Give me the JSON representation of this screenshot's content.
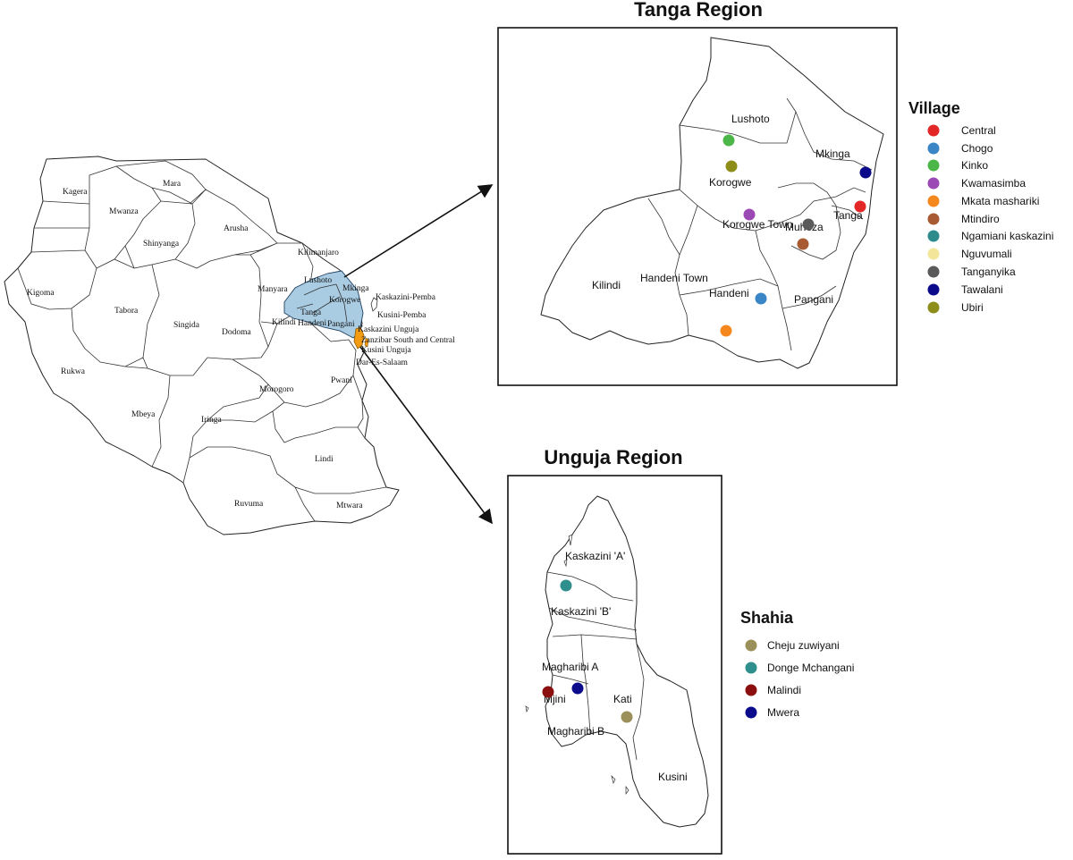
{
  "tanzania": {
    "regions": [
      "Kagera",
      "Mara",
      "Mwanza",
      "Shinyanga",
      "Arusha",
      "Kilimanjaro",
      "Kigoma",
      "Tabora",
      "Singida",
      "Manyara",
      "Dodoma",
      "Rukwa",
      "Mbeya",
      "Iringa",
      "Morogoro",
      "Pwani",
      "Dar-Es-Salaam",
      "Lindi",
      "Ruvuma",
      "Mtwara"
    ],
    "highlight_labels": [
      "Lushoto",
      "Mkinga",
      "Korogwe",
      "Tanga",
      "Kilindi",
      "Handeni",
      "Pangani"
    ],
    "islands": [
      "Kaskazini-Pemba",
      "Kusini-Pemba",
      "Kaskazini Unguja",
      "Zanzibar South and Central",
      "Kusini Unguja"
    ],
    "highlight_color": "#a9cce3",
    "island_color": "#f39c12"
  },
  "tanga": {
    "title": "Tanga Region",
    "districts": [
      "Lushoto",
      "Mkinga",
      "Korogwe",
      "Korogwe Town",
      "Muheza",
      "Tanga",
      "Kilindi",
      "Handeni Town",
      "Handeni",
      "Pangani"
    ],
    "legend_title": "Village",
    "legend": [
      {
        "name": "Central",
        "color": "#e32626"
      },
      {
        "name": "Chogo",
        "color": "#3a85c5"
      },
      {
        "name": "Kinko",
        "color": "#4db648"
      },
      {
        "name": "Kwamasimba",
        "color": "#9b4ab5"
      },
      {
        "name": "Mkata mashariki",
        "color": "#f5871f"
      },
      {
        "name": "Mtindiro",
        "color": "#a85a32"
      },
      {
        "name": "Ngamiani kaskazini",
        "color": "#2e8b8b"
      },
      {
        "name": "Nguvumali",
        "color": "#f3e59a"
      },
      {
        "name": "Tanganyika",
        "color": "#5a5a5a"
      },
      {
        "name": "Tawalani",
        "color": "#0a0a8a"
      },
      {
        "name": "Ubiri",
        "color": "#8d8d1a"
      }
    ]
  },
  "unguja": {
    "title": "Unguja Region",
    "districts": [
      "Kaskazini 'A'",
      "Kaskazini 'B'",
      "Magharibi A",
      "Mjini",
      "Kati",
      "Magharibi B",
      "Kusini"
    ],
    "legend_title": "Shahia",
    "legend": [
      {
        "name": "Cheju zuwiyani",
        "color": "#9b8f5a"
      },
      {
        "name": "Donge Mchangani",
        "color": "#2f8f8c"
      },
      {
        "name": "Malindi",
        "color": "#8b0f0f"
      },
      {
        "name": "Mwera",
        "color": "#0b0b8c"
      }
    ]
  }
}
